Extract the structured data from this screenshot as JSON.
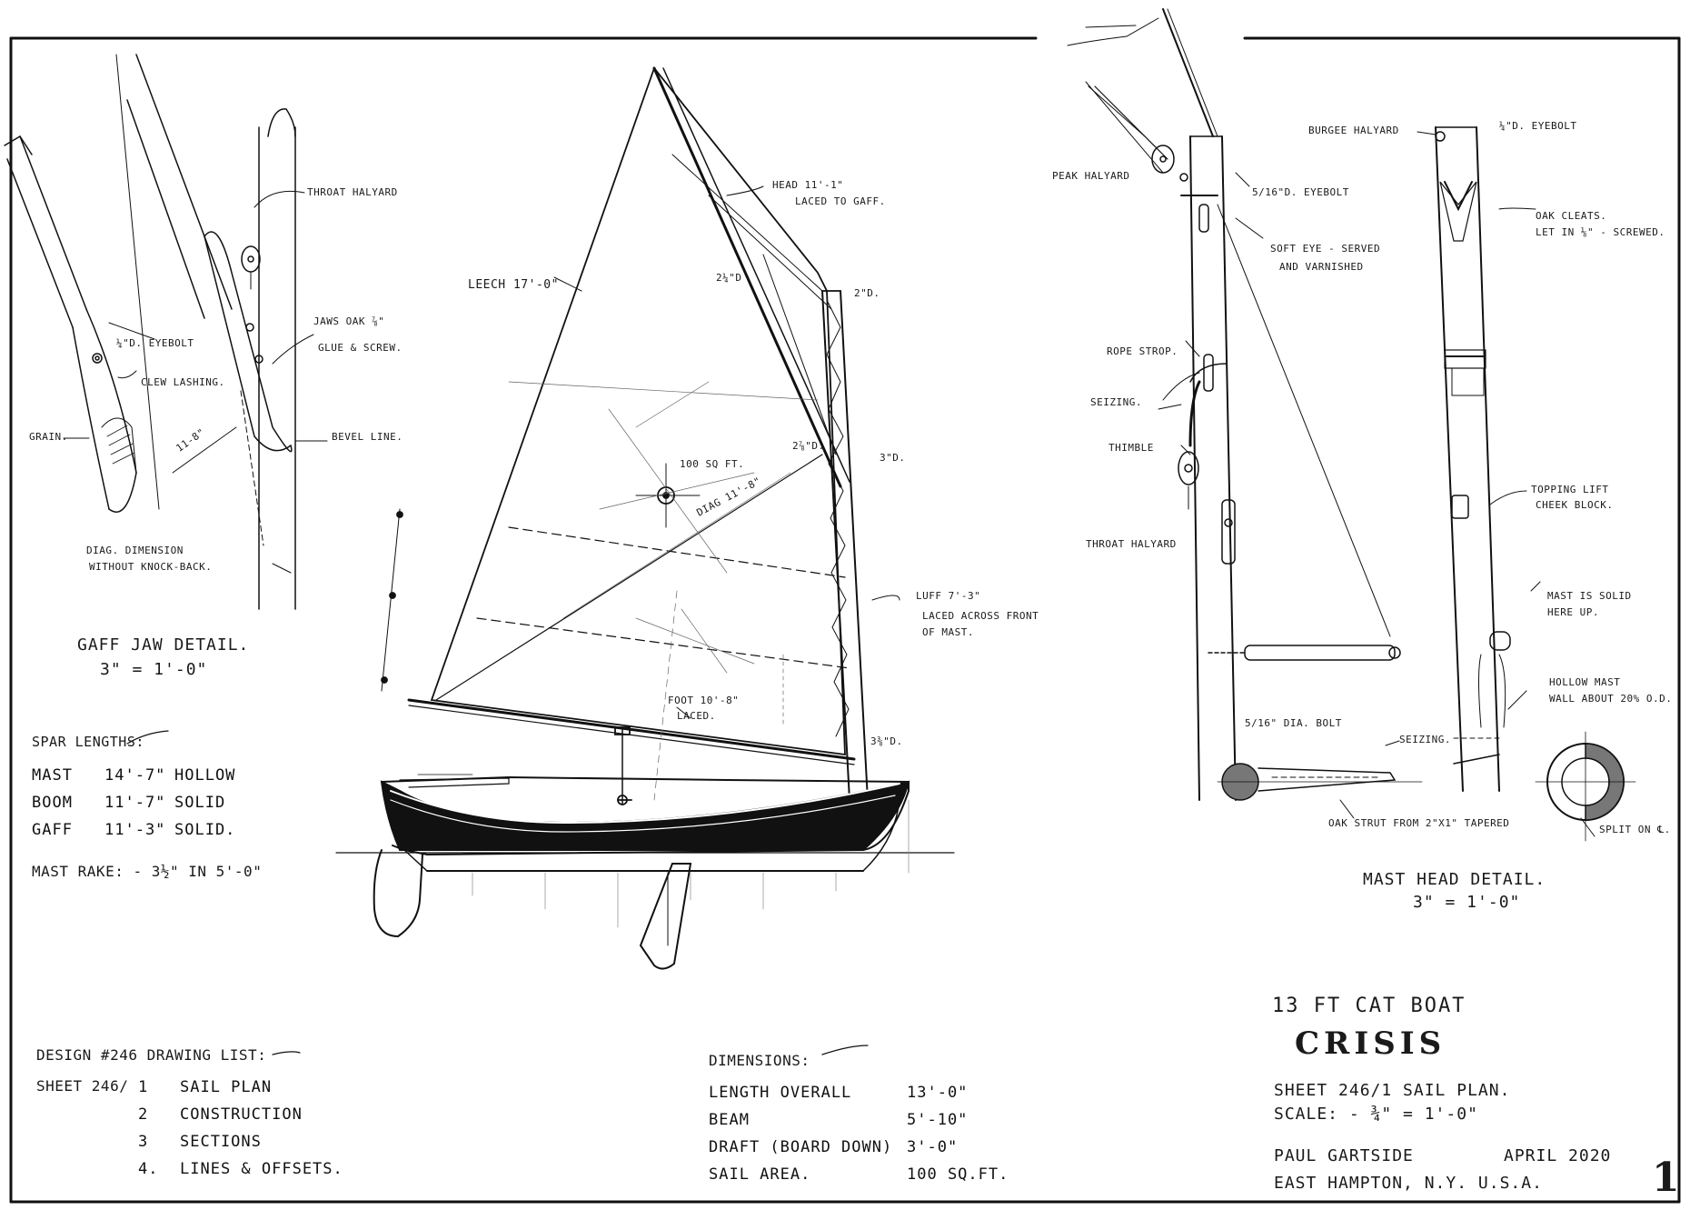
{
  "sail_plan": {
    "leech": "Leech 17'-0\"",
    "head": "Head 11'-1\"",
    "head_note": "Laced to gaff.",
    "diag": "Diag 11'-8\"",
    "area": "100 Sq Ft.",
    "luff": "Luff 7'-3\"",
    "luff_note_1": "Laced across front",
    "luff_note_2": "of mast.",
    "foot": "Foot 10'-8\"",
    "foot_note": "Laced.",
    "dim_2d": "2\"D.",
    "dim_3d": "3\"D.",
    "dim_24": "2¼\"D",
    "dim_278": "2⅞\"D.",
    "dim_338": "3⅜\"D."
  },
  "gaff_jaw": {
    "throat_halyard": "Throat Halyard",
    "jaws": "Jaws oak ⅞\"",
    "glue": "Glue & screw.",
    "eyebolt": "¼\"D. Eyebolt",
    "clew_lashing": "Clew lashing.",
    "grain": "Grain.",
    "bevel_line": "Bevel Line.",
    "dim": "11-8\"",
    "note_1": "Diag. dimension",
    "note_2": "without knock-back.",
    "title": "Gaff Jaw Detail.",
    "scale": "3\" = 1'-0\""
  },
  "spar_lengths": {
    "title": "Spar Lengths:",
    "rows": [
      {
        "name": "Mast",
        "length": "14'-7\"",
        "type": "Hollow"
      },
      {
        "name": "Boom",
        "length": "11'-7\"",
        "type": "Solid"
      },
      {
        "name": "Gaff",
        "length": "11'-3\"",
        "type": "Solid."
      }
    ],
    "rake": "Mast Rake: - 3½\" in 5'-0\""
  },
  "mast_head": {
    "peak_halyard": "Peak Halyard",
    "burgee_halyard": "Burgee Halyard",
    "eyebolt_quarter": "¼\"D. Eyebolt",
    "eyebolt_516": "5/16\"D. Eyebolt",
    "oak_cleats_1": "Oak cleats.",
    "oak_cleats_2": "Let in ⅛\" - screwed.",
    "soft_eye_1": "Soft eye - served",
    "soft_eye_2": "and varnished",
    "rope_strop": "Rope strop.",
    "seizing": "Seizing.",
    "thimble": "Thimble",
    "throat_halyard": "Throat Halyard",
    "topping_lift_1": "Topping lift",
    "topping_lift_2": "cheek block.",
    "solid_1": "Mast is solid",
    "solid_2": "here up.",
    "hollow_1": "Hollow mast",
    "hollow_2": "wall about 20% O.D.",
    "dia_bolt": "5/16\" Dia. bolt",
    "seizing2": "Seizing.",
    "oak_strut": "Oak strut from 2\"x1\" tapered",
    "split": "Split on ℄.",
    "title": "Mast Head Detail.",
    "scale": "3\" = 1'-0\""
  },
  "drawing_list": {
    "title": "Design #246 Drawing List:",
    "sheet_label": "Sheet 246/",
    "items": [
      {
        "num": "1",
        "name": "Sail Plan"
      },
      {
        "num": "2",
        "name": "Construction"
      },
      {
        "num": "3",
        "name": "Sections"
      },
      {
        "num": "4.",
        "name": "Lines & offsets."
      }
    ]
  },
  "dimensions": {
    "title": "Dimensions:",
    "rows": [
      {
        "label": "Length Overall",
        "value": "13'-0\""
      },
      {
        "label": "Beam",
        "value": "5'-10\""
      },
      {
        "label": "Draft (Board Down)",
        "value": "3'-0\""
      },
      {
        "label": "Sail Area.",
        "value": "100 Sq.Ft."
      }
    ]
  },
  "title_block": {
    "type": "13 Ft Cat Boat",
    "name": "CRISIS",
    "sheet": "Sheet 246/1 Sail Plan.",
    "scale": "Scale: - ¾\" = 1'-0\"",
    "designer": "Paul Gartside",
    "date": "April 2020",
    "location": "East Hampton, N.Y. U.S.A.",
    "sheet_number": "1"
  }
}
